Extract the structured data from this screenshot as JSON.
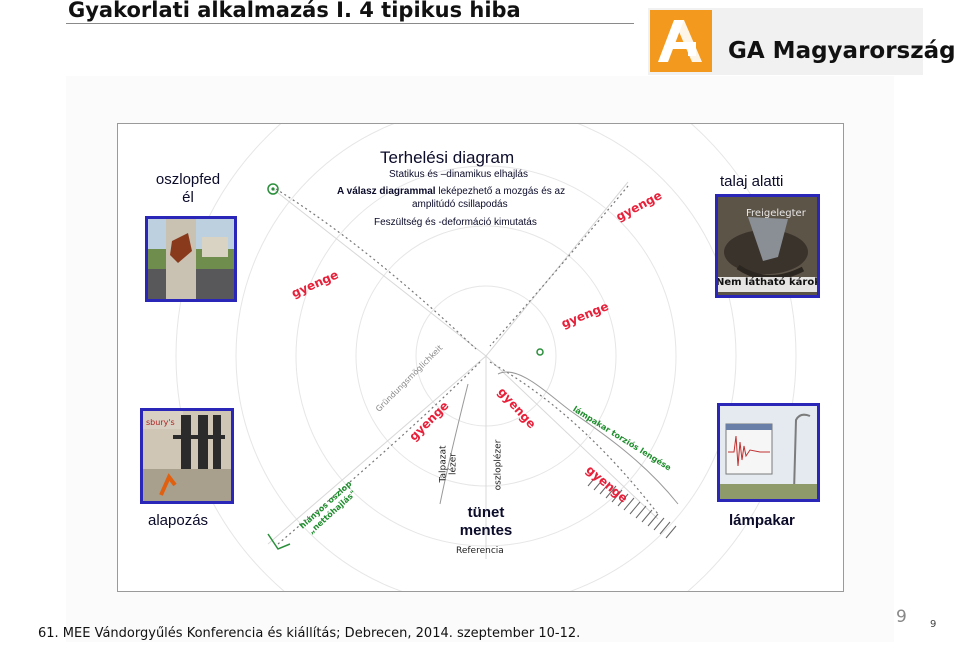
{
  "slide": {
    "title": "Gyakorlati alkalmazás I. 4 tipikus hiba",
    "logo_text": "GA Magyarország",
    "footer": "61. MEE Vándorgyűlés Konferencia és kiállítás; Debrecen, 2014. szeptember 10-12.",
    "page_number_large": "9",
    "page_number_small": "9"
  },
  "diagram": {
    "title": "Terhelési diagram",
    "line1": "Statikus és –dinamikus elhajlás",
    "line2_bold": "A válasz diagrammal",
    "line2_rest": " leképezhető a mozgás és az",
    "line3": "amplitúdó csillapodás",
    "line4": "Feszültség és -deformáció kimutatás",
    "corners": {
      "top_left": "oszlopfed\nél",
      "top_right": "talaj alatti",
      "bottom_left": "alapozás",
      "bottom_center": "tünet\nmentes",
      "bottom_right": "lámpakar"
    },
    "photo_labels": {
      "freigelegter": "Freigelegter",
      "nem_lathato": "Nem látható károk"
    },
    "weak_label": "gyenge",
    "rotated_labels": {
      "grundungsmoglichkeit": "Gründungsmöglichkeit",
      "talpazat_lezer": "Talpazat\nlézer",
      "oszloplezer": "oszloplézer",
      "lampakar_torzio": "lámpakar torziós lengése",
      "hianyos_oszlop": "hiányos oszlop\n„nettóhajlás\""
    },
    "referencia": "Referencia"
  }
}
